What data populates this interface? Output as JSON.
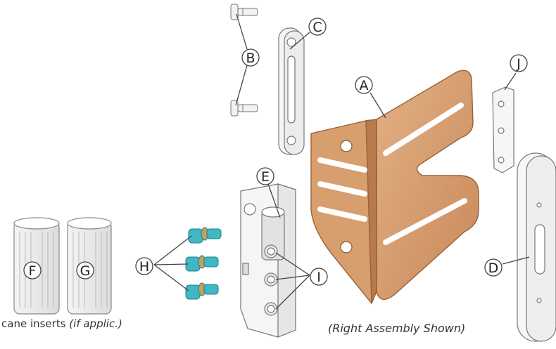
{
  "callouts": {
    "A": "A",
    "B": "B",
    "C": "C",
    "D": "D",
    "E": "E",
    "F": "F",
    "G": "G",
    "H": "H",
    "I": "I",
    "J": "J"
  },
  "captions": {
    "inserts_main": "cane inserts ",
    "inserts_note": "(if applic.)",
    "assembly_note": "(Right Assembly Shown)"
  },
  "colors": {
    "bracket": "#d39a6a",
    "bracket_dark": "#b87a4a",
    "bolt": "#3fb8c4",
    "line": "#555555"
  }
}
